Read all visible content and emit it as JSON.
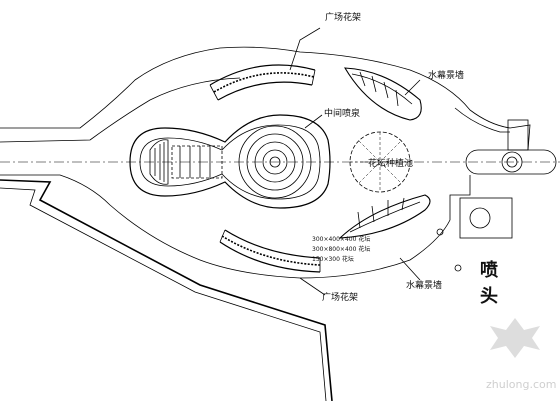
{
  "labels": {
    "plaza_trellis_top": "广场花架",
    "water_screen_top": "水幕景墙",
    "center_fountain": "中间喷泉",
    "center_circle": "花坛种植池",
    "plaza_trellis_bottom": "广场花架",
    "water_screen_bottom": "水幕景墙",
    "nozzle_1": "喷",
    "nozzle_2": "头",
    "dim_1": "300×400×400 花坛",
    "dim_2": "300×800×400 花坛",
    "dim_3": "150×300 花坛"
  },
  "watermark": {
    "text": "zhulong.com"
  }
}
